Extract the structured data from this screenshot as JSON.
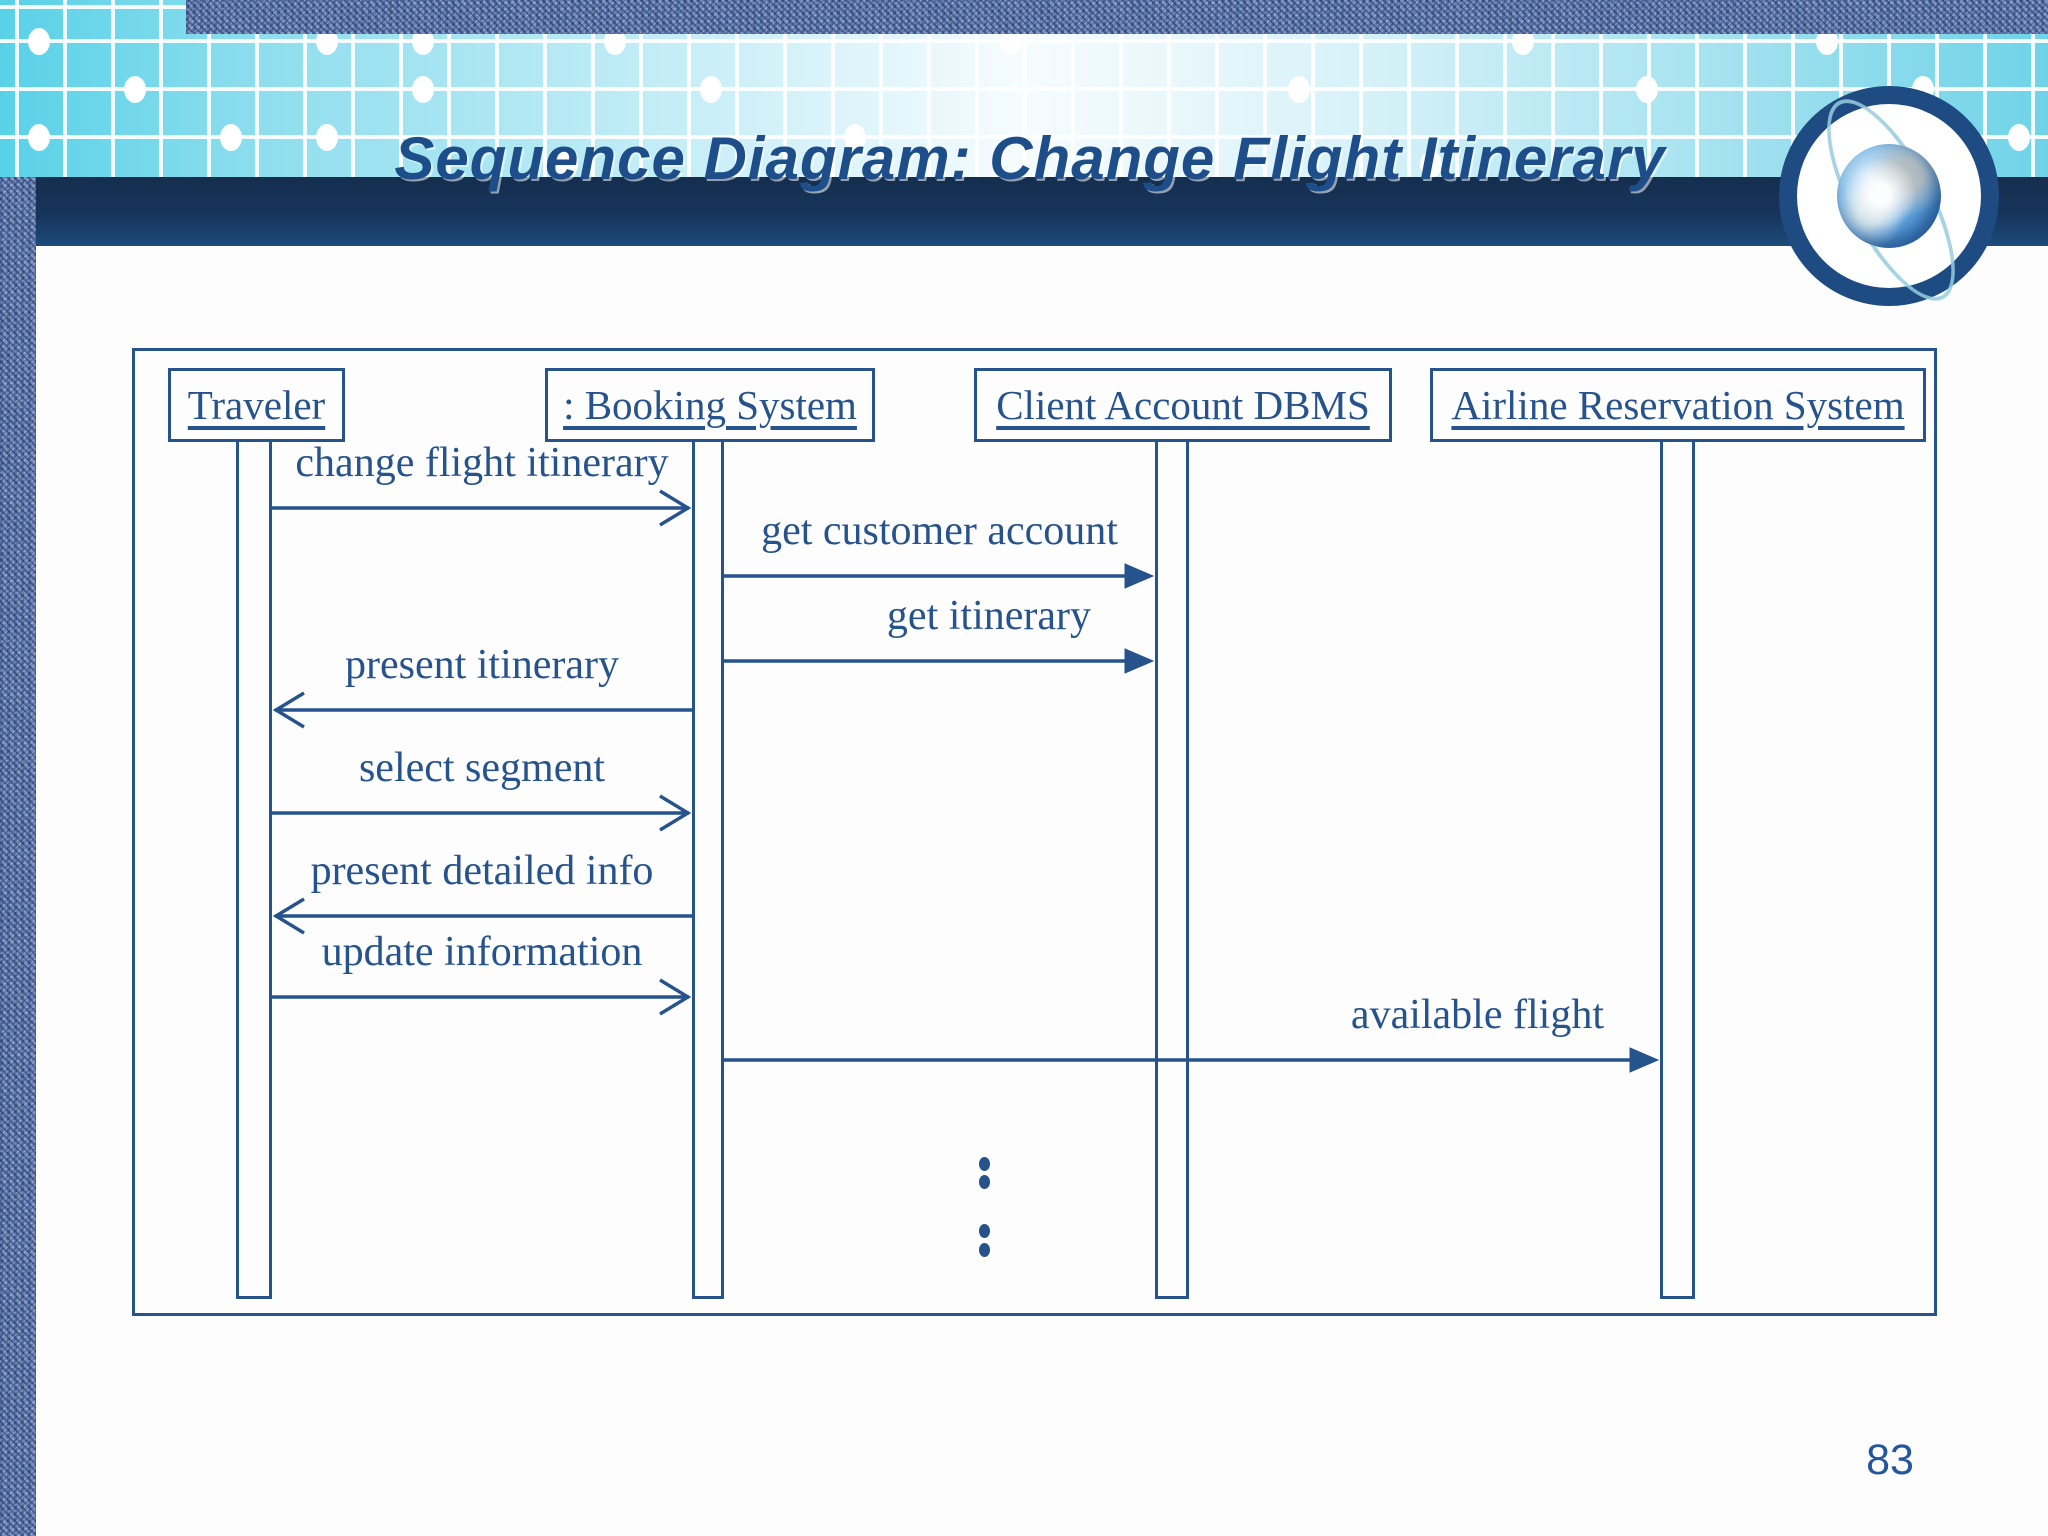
{
  "slide": {
    "title": "Sequence Diagram: Change Flight Itinerary",
    "page_number": "83"
  },
  "diagram": {
    "lifelines": [
      {
        "label": "Traveler"
      },
      {
        "label": ": Booking System"
      },
      {
        "label": "Client Account DBMS"
      },
      {
        "label": "Airline Reservation System"
      }
    ],
    "messages": [
      {
        "label": "change flight itinerary",
        "from": "Traveler",
        "to": ": Booking System",
        "arrowhead": "open"
      },
      {
        "label": "get customer account",
        "from": ": Booking System",
        "to": "Client Account DBMS",
        "arrowhead": "filled"
      },
      {
        "label": "get itinerary",
        "from": ": Booking System",
        "to": "Client Account DBMS",
        "arrowhead": "filled"
      },
      {
        "label": "present itinerary",
        "from": ": Booking System",
        "to": "Traveler",
        "arrowhead": "open"
      },
      {
        "label": "select segment",
        "from": "Traveler",
        "to": ": Booking System",
        "arrowhead": "open"
      },
      {
        "label": "present detailed info",
        "from": ": Booking System",
        "to": "Traveler",
        "arrowhead": "open"
      },
      {
        "label": "update information",
        "from": "Traveler",
        "to": ": Booking System",
        "arrowhead": "open"
      },
      {
        "label": "available flight",
        "from": ": Booking System",
        "to": "Airline Reservation System",
        "arrowhead": "filled"
      }
    ],
    "continuation_dots": 4
  },
  "colors": {
    "diagram_line": "#27538D",
    "title_text": "#1d4e89",
    "navy_bar": "#16355c",
    "banner_cyan": "#58d1e7",
    "page_number": "#2456A0"
  }
}
